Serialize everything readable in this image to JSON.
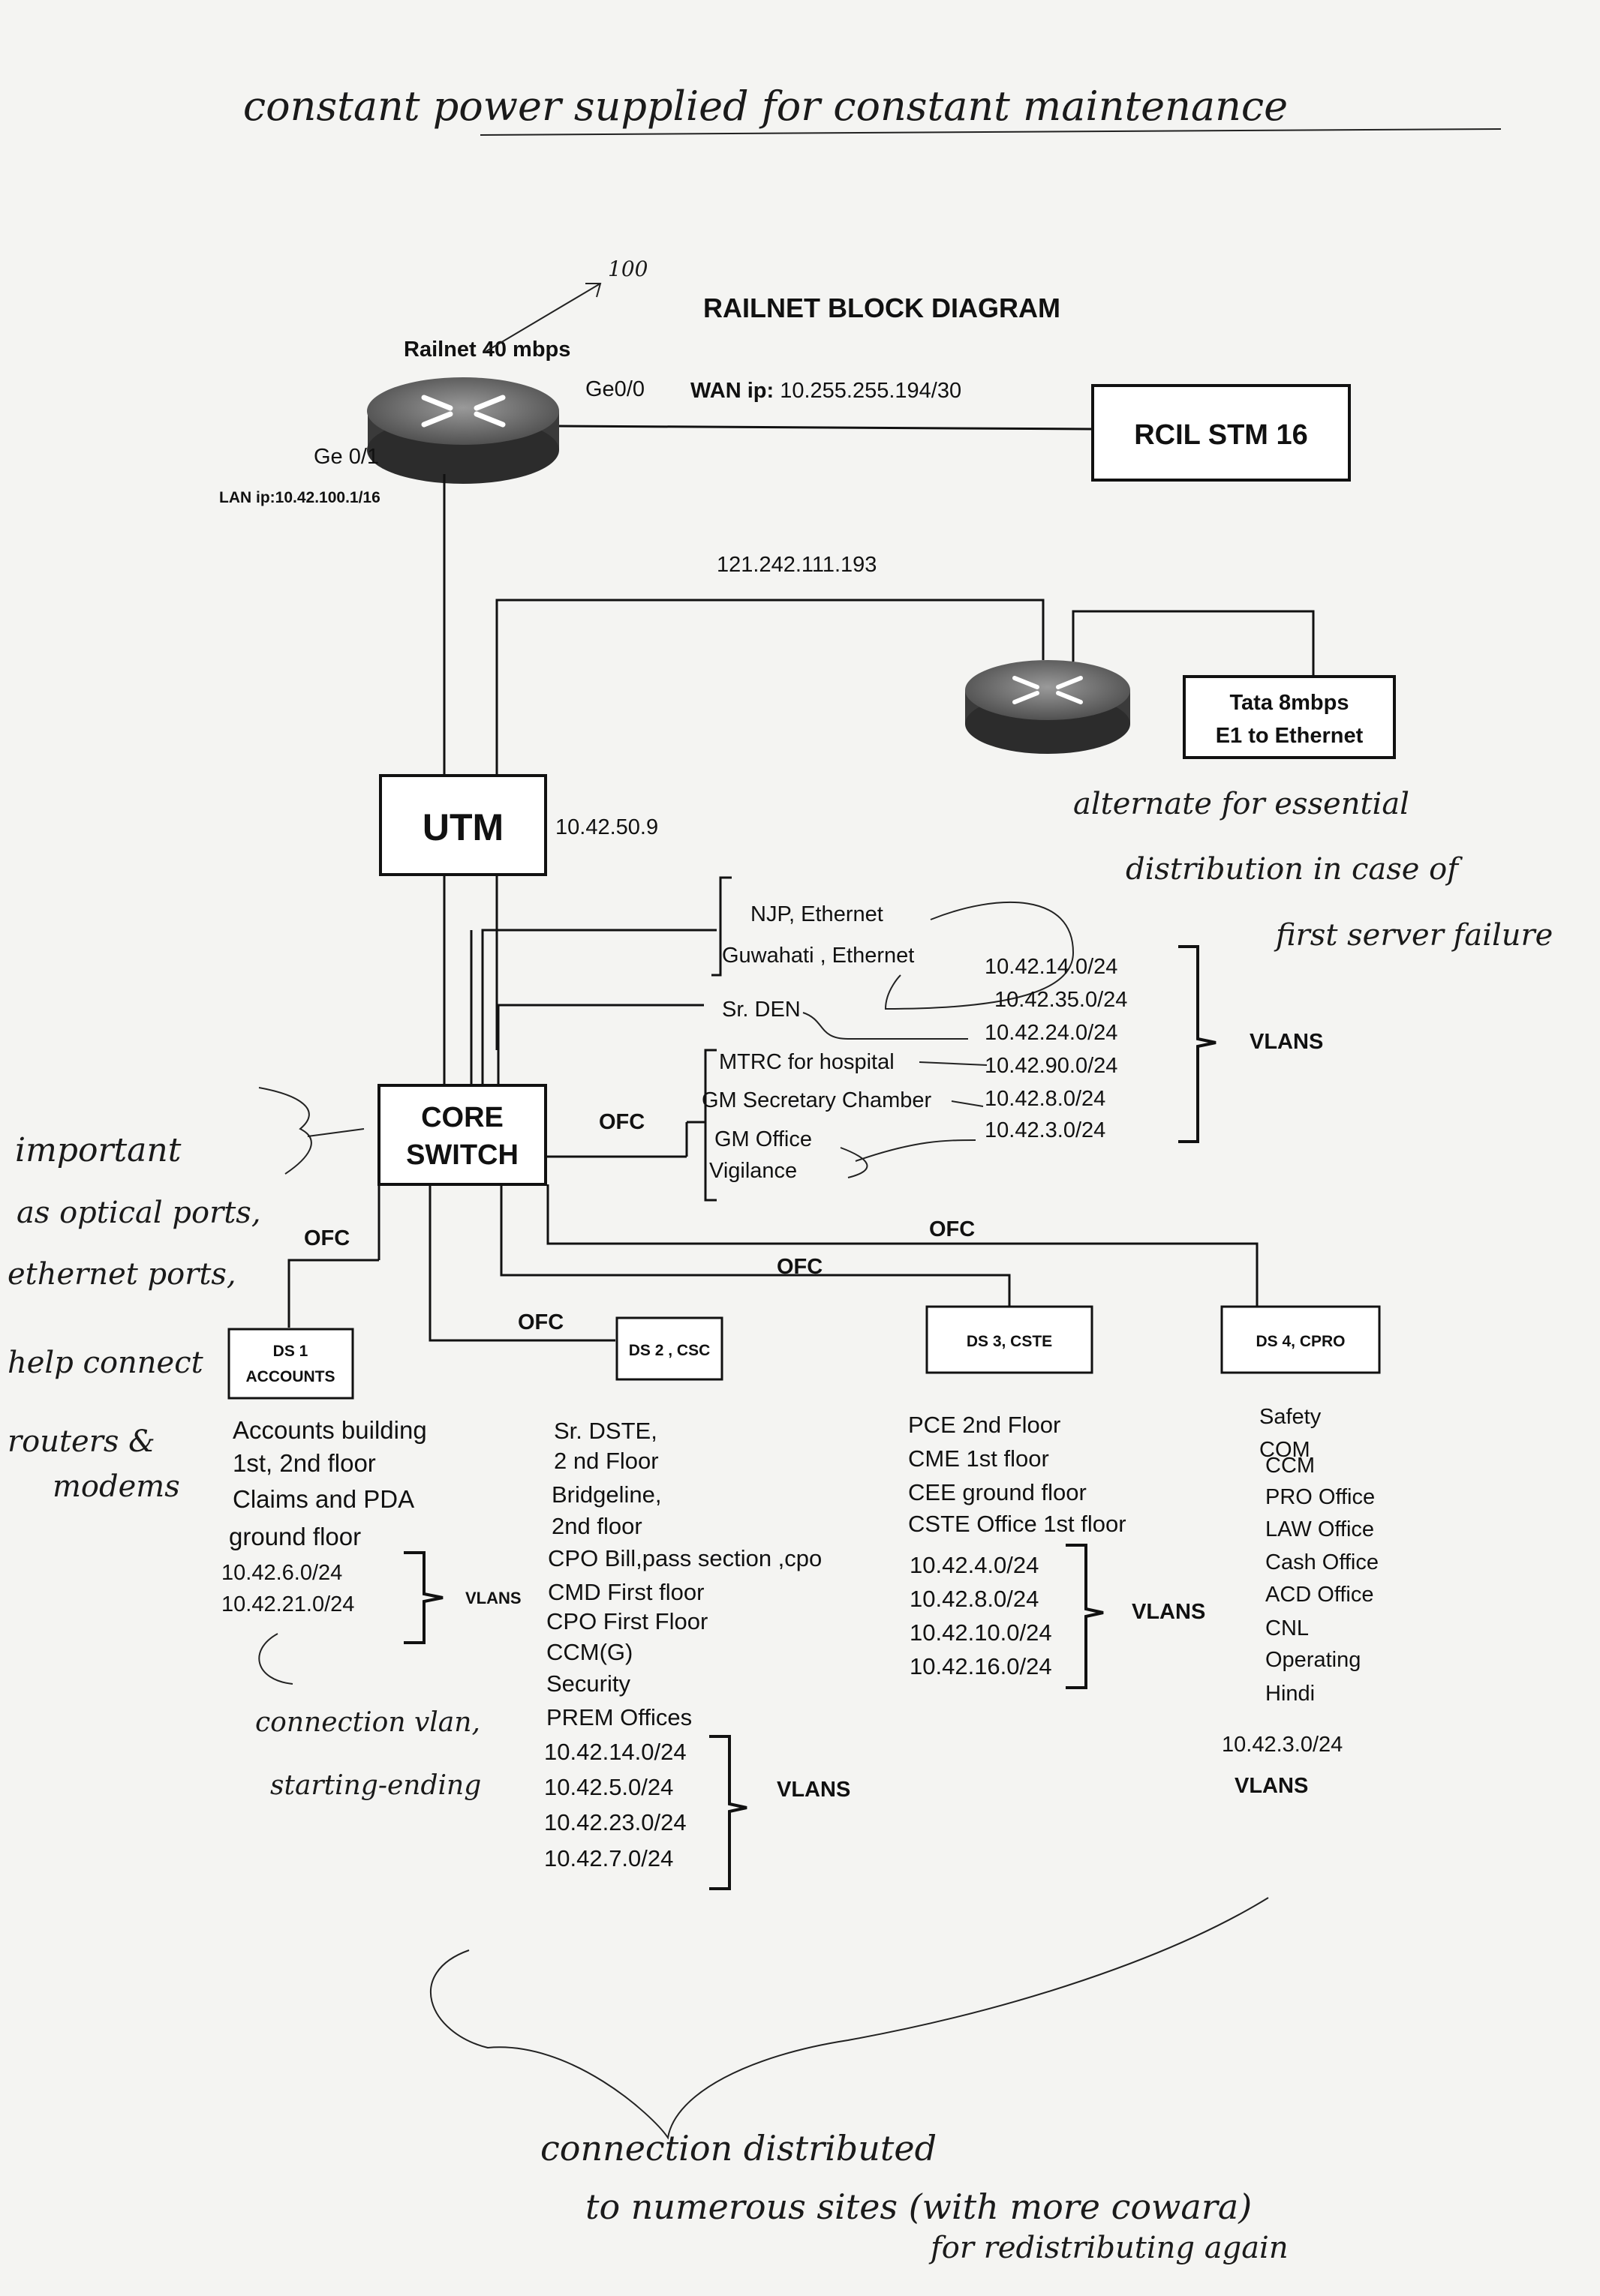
{
  "title": "RAILNET BLOCK DIAGRAM",
  "top_note": "constant power supplied for constant maintenance",
  "railnet": {
    "label": "Railnet 40 mbps",
    "annotation": "100",
    "port_ge00": "Ge0/0",
    "port_ge01": "Ge 0/1",
    "lan_ip": "LAN ip:10.42.100.1/16"
  },
  "wan": {
    "prefix": "WAN ip:",
    "ip": " 10.255.255.194/30"
  },
  "rcil": "RCIL STM 16",
  "public_ip": "121.242.111.193",
  "tata": {
    "line1": "Tata  8mbps",
    "line2": "E1 to Ethernet"
  },
  "alternate_note": [
    "alternate for essential",
    "distribution in case of",
    "first server failure"
  ],
  "utm": {
    "label": "UTM",
    "ip": "10.42.50.9"
  },
  "core": {
    "line1": "CORE",
    "line2": "SWITCH"
  },
  "ofc": "OFC",
  "important_note": [
    "important",
    "as optical ports,",
    "ethernet ports,",
    "help connect",
    "routers &",
    "modems"
  ],
  "branches": [
    "NJP, Ethernet",
    "Guwahati , Ethernet",
    "Sr. DEN",
    "MTRC for hospital",
    "GM Secretary Chamber",
    "GM Office",
    "Vigilance"
  ],
  "branch_vlans": [
    "10.42.14.0/24",
    "10.42.35.0/24",
    "10.42.24.0/24",
    "10.42.90.0/24",
    "10.42.8.0/24",
    "10.42.3.0/24"
  ],
  "vlans_label": "VLANS",
  "ds1": {
    "line1": "DS  1",
    "line2": "ACCOUNTS",
    "items": [
      "Accounts building",
      "1st, 2nd floor",
      "Claims and PDA",
      "ground floor"
    ],
    "vlans": [
      "10.42.6.0/24",
      "10.42.21.0/24"
    ]
  },
  "ds1_note": [
    "connection vlan,",
    "starting-ending"
  ],
  "ds2": {
    "label": "DS 2 ,  CSC",
    "items": [
      "Sr. DSTE,",
      "2 nd Floor",
      "Bridgeline,",
      "2nd floor",
      "CPO Bill,pass section ,cpo",
      "CMD First floor",
      "CPO First Floor",
      "CCM(G)",
      "Security",
      "PREM Offices"
    ],
    "vlans": [
      "10.42.14.0/24",
      "10.42.5.0/24",
      "10.42.23.0/24",
      "10.42.7.0/24"
    ]
  },
  "ds3": {
    "label": "DS 3, CSTE",
    "items": [
      "PCE 2nd Floor",
      "CME 1st floor",
      "CEE ground floor",
      "CSTE Office 1st floor"
    ],
    "vlans": [
      "10.42.4.0/24",
      "10.42.8.0/24",
      "10.42.10.0/24",
      "10.42.16.0/24"
    ]
  },
  "ds4": {
    "label": "DS 4,  CPRO",
    "items": [
      "Safety",
      "COM",
      "CCM",
      "PRO Office",
      "LAW Office",
      "Cash Office",
      "ACD Office",
      "CNL",
      "Operating",
      "Hindi"
    ],
    "vlans": [
      "10.42.3.0/24"
    ]
  },
  "bottom_note": [
    "connection distributed",
    "to numerous sites (with more cowara)",
    "for redistributing again"
  ]
}
